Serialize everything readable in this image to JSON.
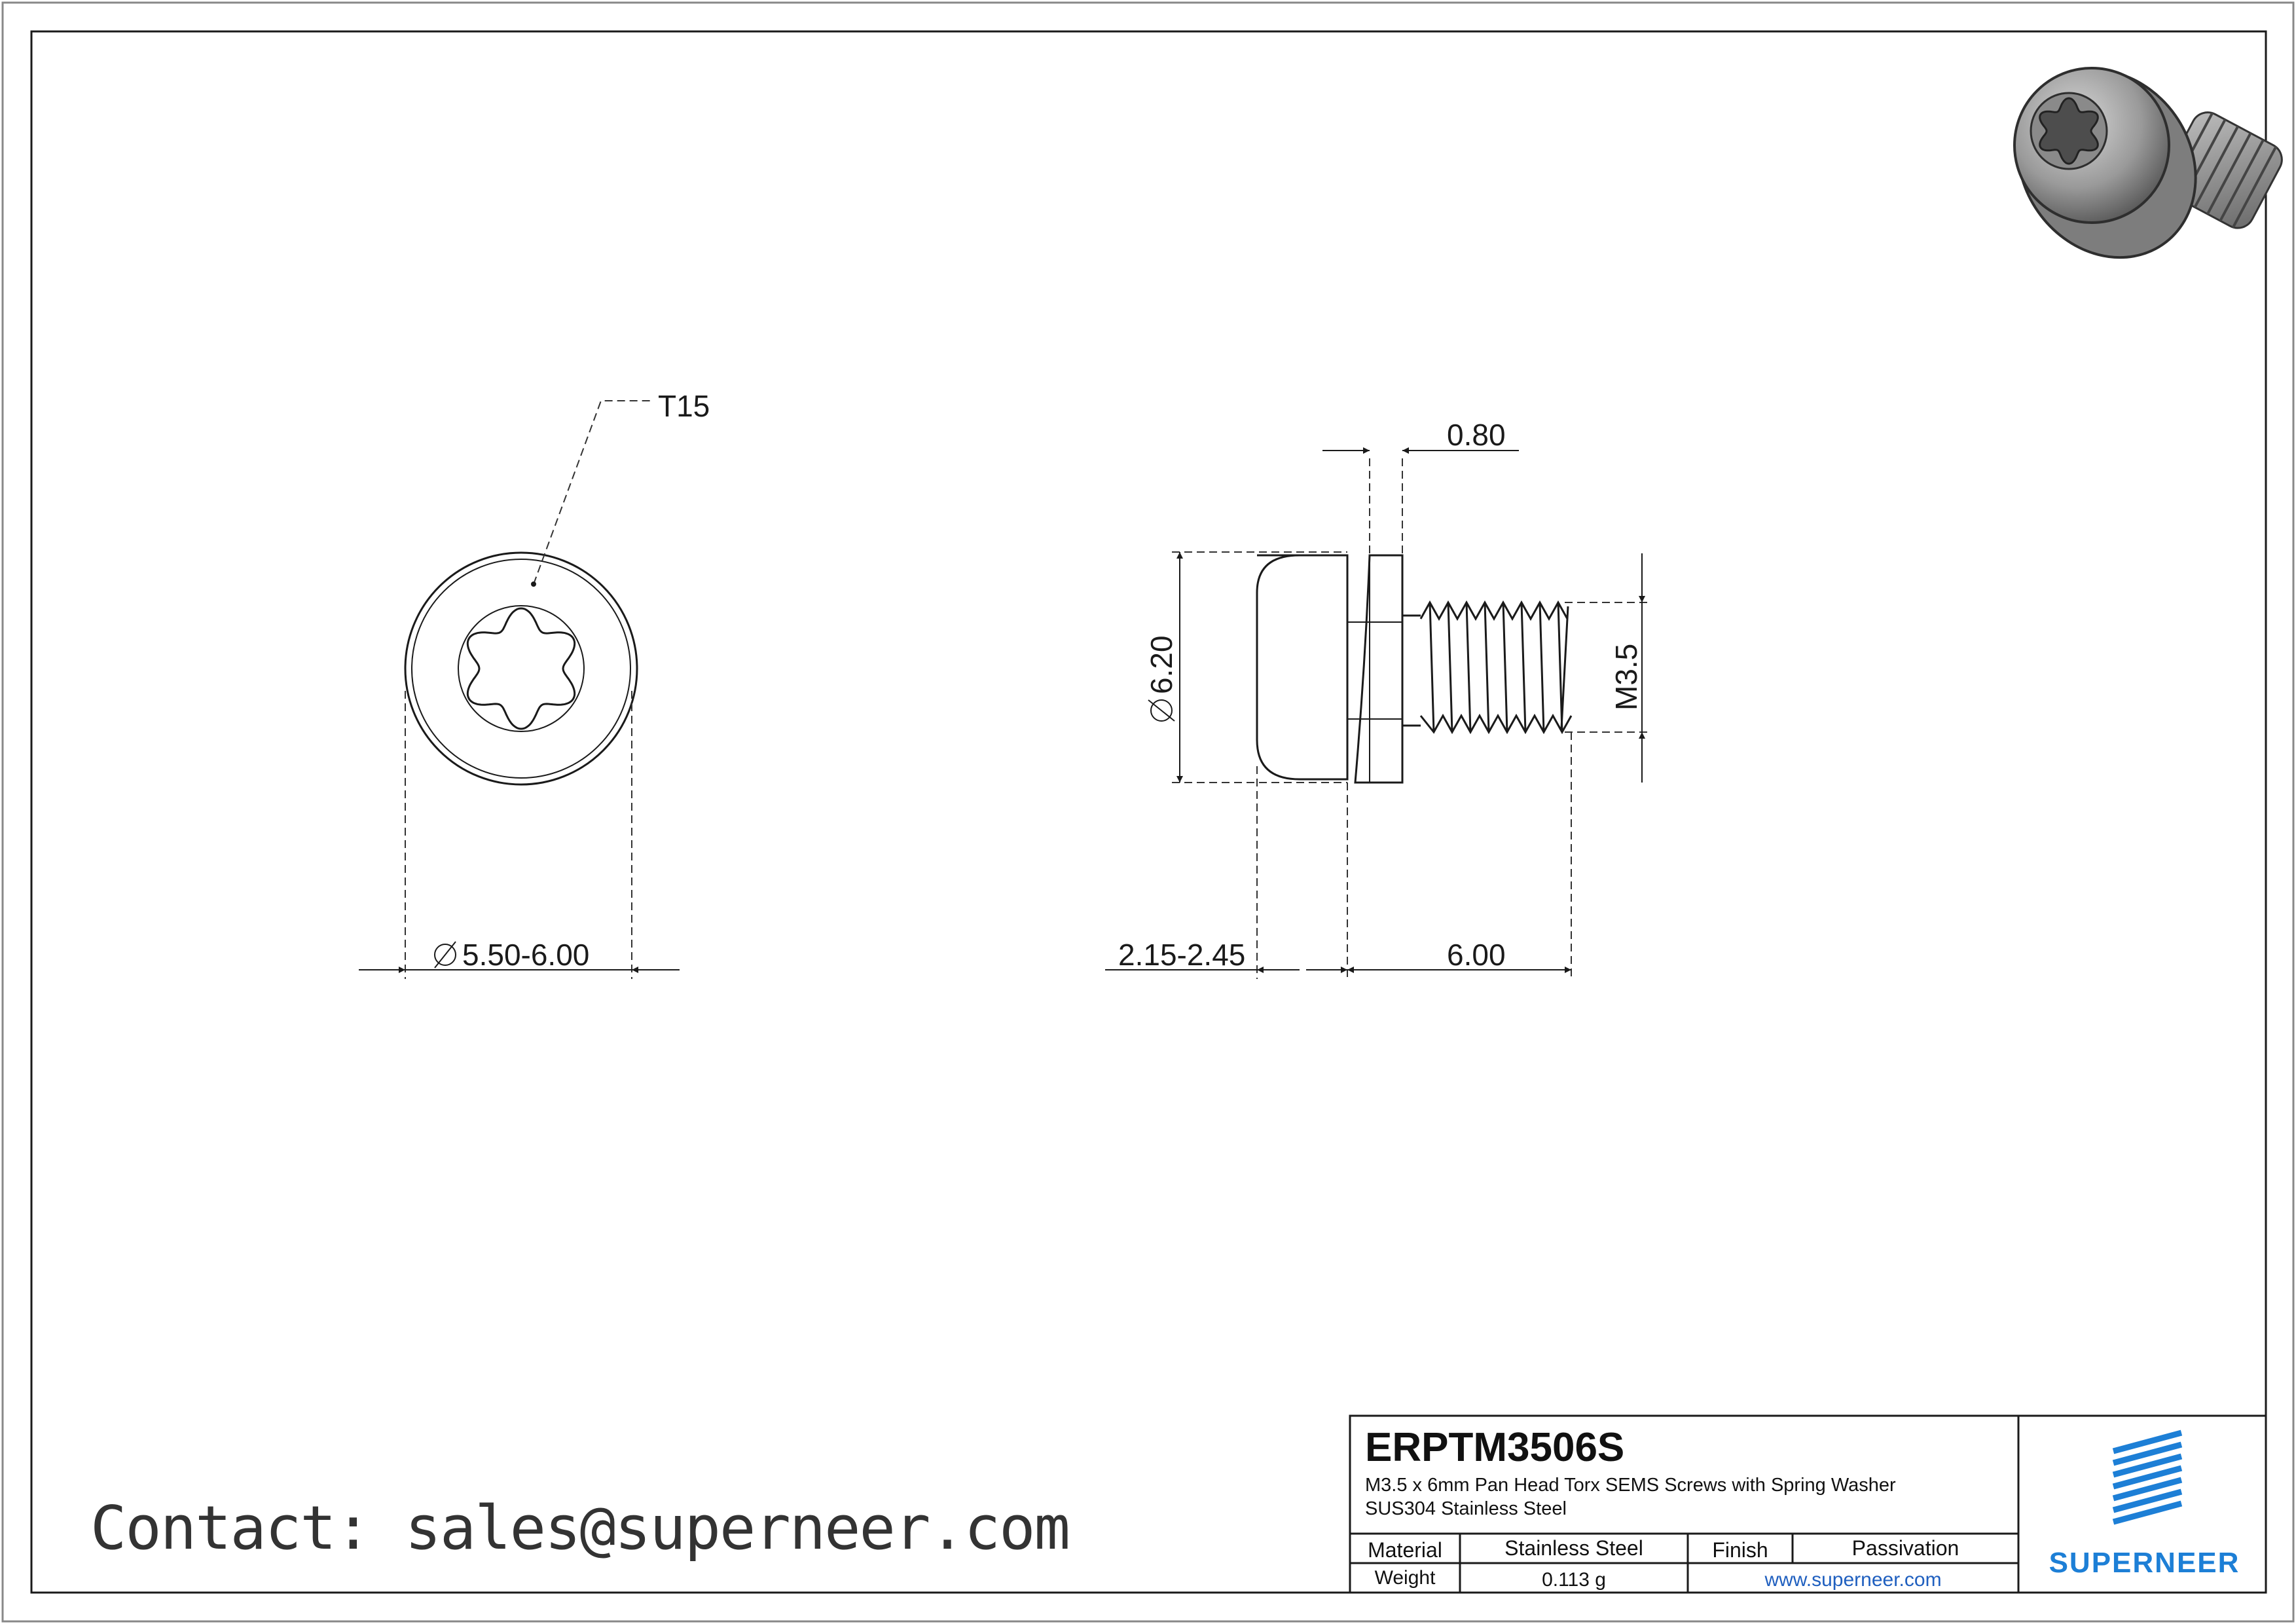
{
  "drawing": {
    "torx_label": "T15",
    "head_diameter_range": "5.50-6.00",
    "washer_thickness": "0.80",
    "head_diameter": "6.20",
    "thread_size": "M3.5",
    "head_height_range": "2.15-2.45",
    "length": "6.00"
  },
  "contact": "Contact: sales@superneer.com",
  "title_block": {
    "part_number": "ERPTM3506S",
    "description": "M3.5 x 6mm Pan Head Torx SEMS Screws with Spring Washer SUS304 Stainless Steel",
    "material_label": "Material",
    "material_value": "Stainless Steel",
    "finish_label": "Finish",
    "finish_value": "Passivation",
    "weight_label": "Weight",
    "weight_value": "0.113 g",
    "website": "www.superneer.com",
    "brand": "SUPERNEER"
  },
  "colors": {
    "brand_blue": "#1d7fd6",
    "link_blue": "#1f5fbf"
  }
}
